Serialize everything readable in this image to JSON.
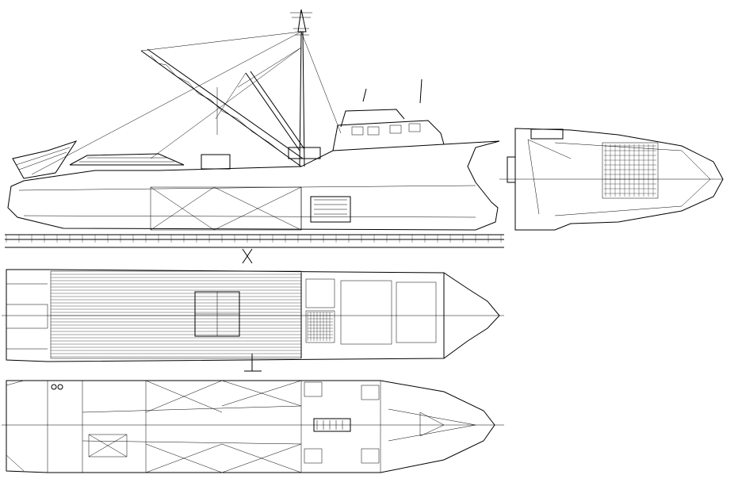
{
  "drawing": {
    "type": "general-arrangement",
    "views": [
      "profile",
      "bow-view",
      "main-deck-plan",
      "hold-plan"
    ],
    "colors": {
      "background": "#ffffff",
      "line": "#000000"
    }
  }
}
